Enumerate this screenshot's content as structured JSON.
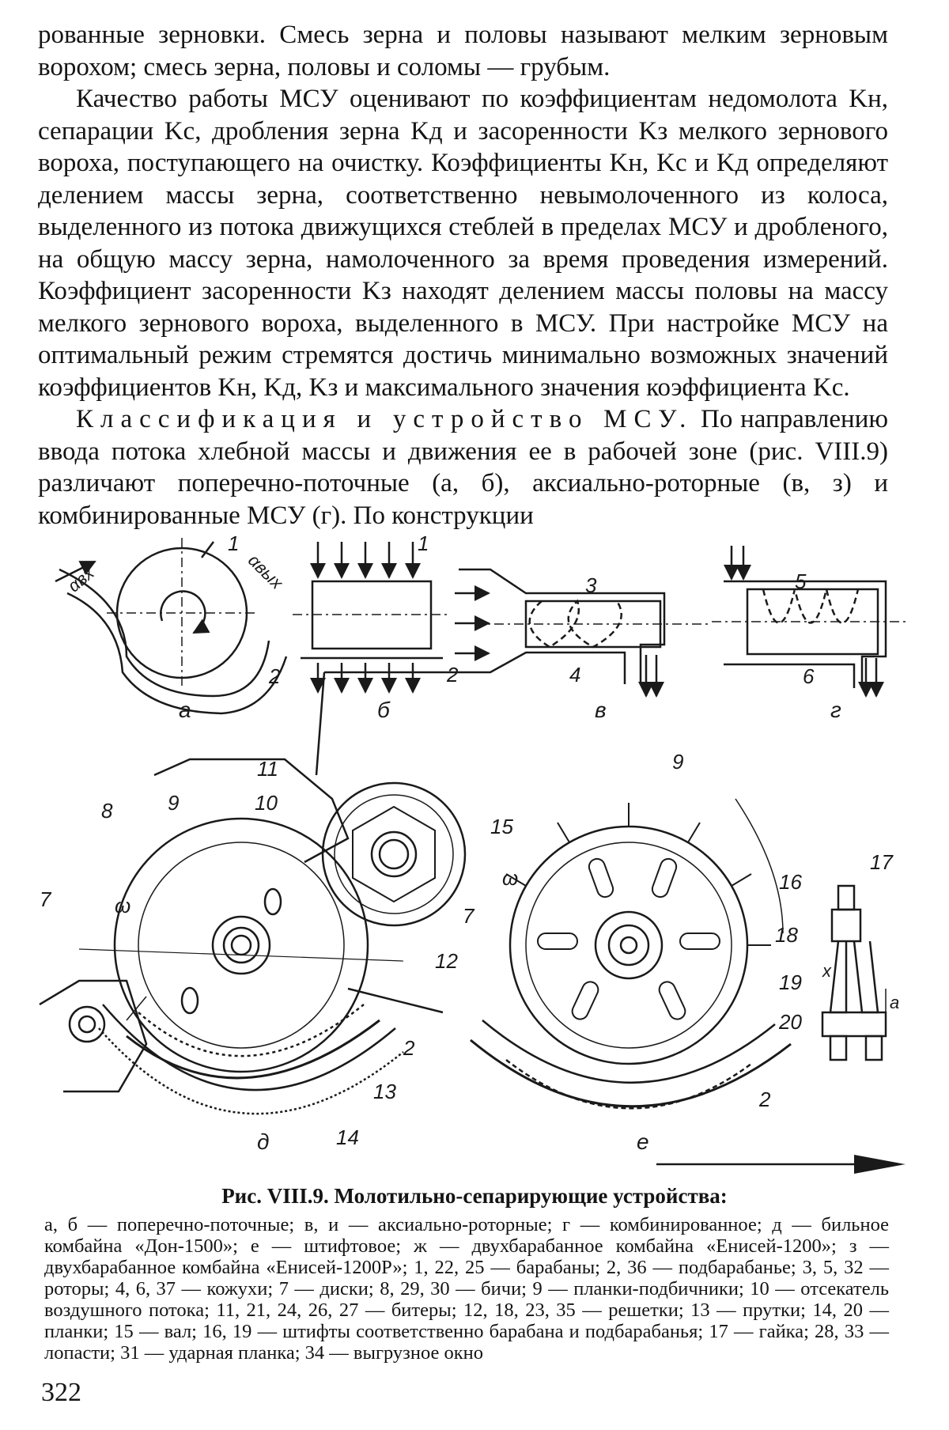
{
  "text": {
    "p1": "рованные зерновки. Смесь зерна и половы называют мелким зерновым ворохом; смесь зерна, половы и соломы — грубым.",
    "p2": "Качество работы МСУ оценивают по коэффициентам недомолота Kн, сепарации Kс, дробления зерна Kд и засоренности Kз мелкого зернового вороха, поступающего на очистку. Коэффициенты Kн, Kс и Kд определяют делением массы зерна, соответственно невымолоченного из колоса, выделенного из потока движущихся стеблей в пределах МСУ и дробленого, на общую массу зерна, намолоченного за время проведения измерений. Коэффициент засоренности Kз находят делением массы половы на массу мелкого зернового вороха, выделенного в МСУ. При настройке МСУ на оптимальный режим стремятся достичь минимально возможных значений коэффициентов Kн, Kд, Kз и максимального значения коэффициента Kс.",
    "p3_spaced": "Классификация и устройство МСУ.",
    "p3_rest": " По направлению ввода потока хлебной массы и движения ее в рабочей зоне (рис. VIII.9) различают поперечно-поточные (а, б), аксиально-роторные (в, з) и комбинированные МСУ (г). По конструкции"
  },
  "figure": {
    "labels": {
      "a_aex": "αвх",
      "a_avyx": "αвых",
      "a_1": "1",
      "a_2": "2",
      "b_1": "1",
      "b_2": "2",
      "c_3": "3",
      "c_4": "4",
      "d_5": "5",
      "d_6": "6",
      "e_8": "8",
      "e_9": "9",
      "e_10": "10",
      "e_11": "11",
      "e_7": "7",
      "e_12": "12",
      "e_2": "2",
      "e_13": "13",
      "e_14": "14",
      "e_omega": "ω",
      "f_15": "15",
      "f_9": "9",
      "f_17": "17",
      "f_16": "16",
      "f_7": "7",
      "f_18": "18",
      "f_19": "19",
      "f_20": "20",
      "f_2": "2",
      "f_omega": "ω",
      "f_x": "x",
      "f_a": "a"
    },
    "letters": {
      "a": "а",
      "b": "б",
      "c": "в",
      "d": "г",
      "e": "д",
      "f": "е"
    }
  },
  "caption": {
    "title": "Рис. VIII.9. Молотильно-сепарирующие устройства:",
    "body": "а, б — поперечно-поточные; в, и — аксиально-роторные; г — комбинированное; д — бильное комбайна «Дон-1500»; е — штифтовое; ж — двухбарабанное комбайна «Енисей-1200»; з — двухбарабанное комбайна «Енисей-1200Р»; 1, 22, 25 — барабаны; 2, 36 — подбарабанье; 3, 5, 32 — роторы; 4, 6, 37 — кожухи; 7 — диски; 8, 29, 30 — бичи; 9 — планки-подбичники; 10 — отсекатель воздушного потока; 11, 21, 24, 26, 27 — битеры; 12, 18, 23, 35 — решетки; 13 — прутки; 14, 20 — планки; 15 — вал; 16, 19 — штифты соответственно барабана и подбарабанья; 17 — гайка; 28, 33 — лопасти; 31 — ударная планка; 34 — выгрузное окно"
  },
  "page_number": "322"
}
